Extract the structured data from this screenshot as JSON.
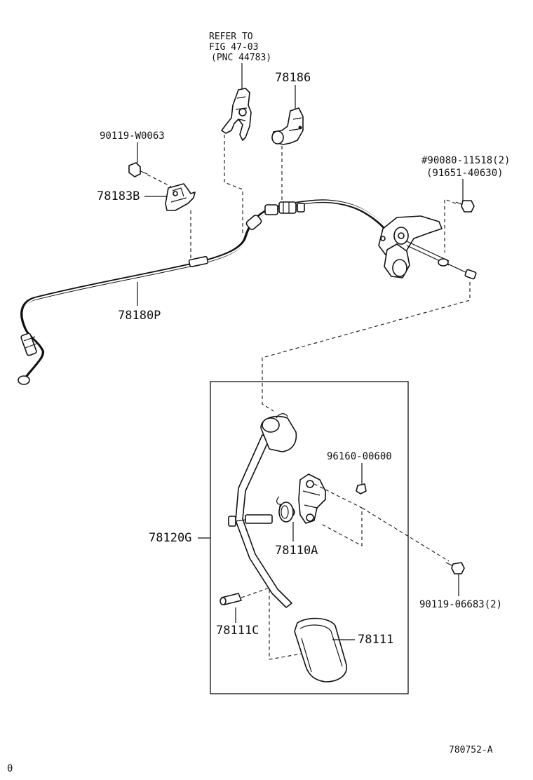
{
  "parts": {
    "refer_line1": "REFER TO",
    "refer_line2": "FIG 47-03",
    "refer_line3": "(PNC 44783)",
    "p78186": "78186",
    "p90119_w0063": "90119-W0063",
    "p78183b": "78183B",
    "p90080_line1": "#90080-11518(2)",
    "p90080_line2": "(91651-40630)",
    "p78180p": "78180P",
    "p96160": "96160-00600",
    "p78120g": "78120G",
    "p78110a": "78110A",
    "p90119_06683": "90119-06683(2)",
    "p78111c": "78111C",
    "p78111": "78111"
  },
  "footer": {
    "drawing_number": "780752-A",
    "corner_mark": "0"
  }
}
